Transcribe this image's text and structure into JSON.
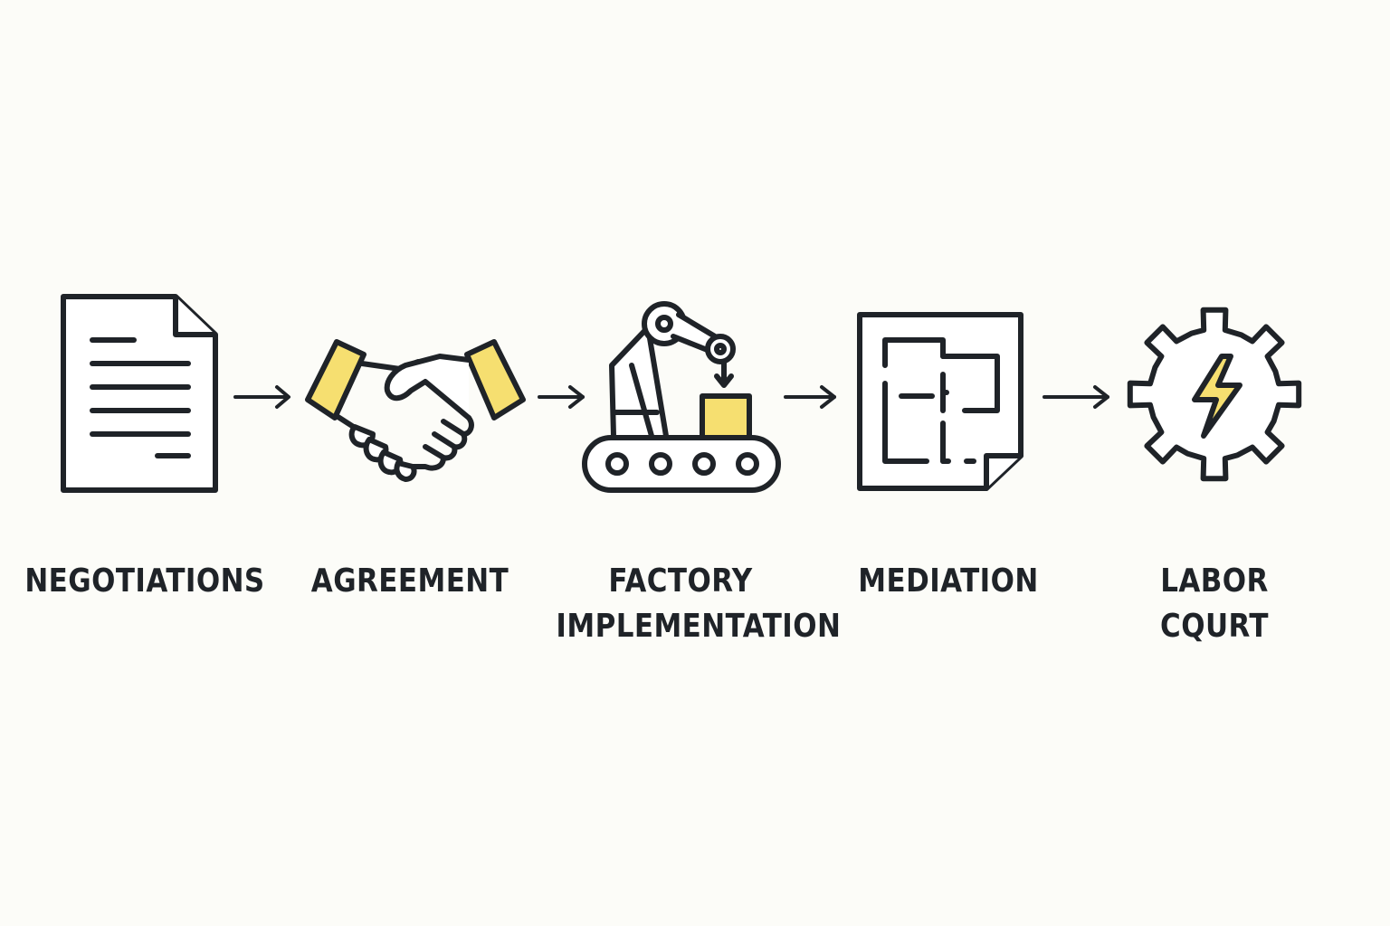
{
  "colors": {
    "background": "#fcfcf8",
    "stroke": "#1f2328",
    "accent": "#f6df70"
  },
  "steps": [
    {
      "icon": "document-icon",
      "label_lines": [
        "NEGOTIATIONS"
      ]
    },
    {
      "icon": "handshake-icon",
      "label_lines": [
        "AGREEMENT"
      ]
    },
    {
      "icon": "robot-arm-conveyor-icon",
      "label_lines": [
        "FACTORY",
        "IMPLEMENTATION"
      ]
    },
    {
      "icon": "floor-plan-icon",
      "label_lines": [
        "MEDIATION"
      ]
    },
    {
      "icon": "gear-lightning-icon",
      "label_lines": [
        "LABOR",
        "CQURT"
      ]
    }
  ]
}
